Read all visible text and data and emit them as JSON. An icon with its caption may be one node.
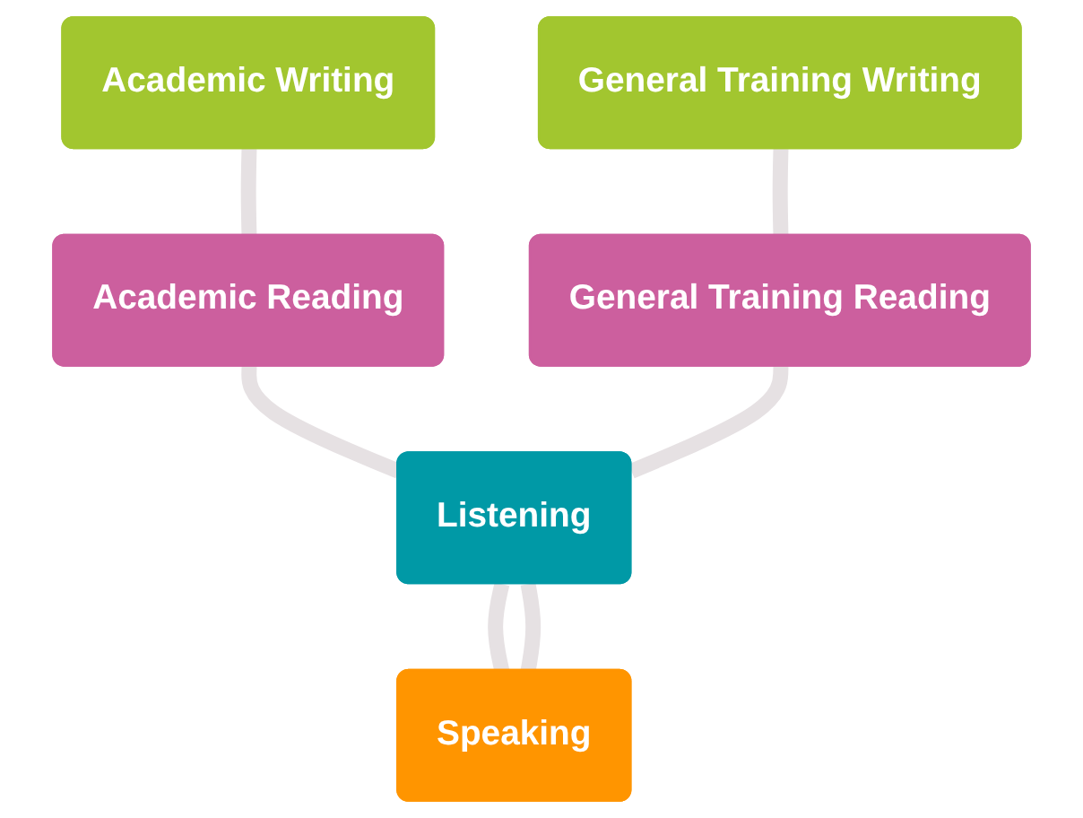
{
  "diagram": {
    "nodes": [
      {
        "text": [
          "Academic Writing"
        ]
      },
      {
        "text": [
          "General Training Writing"
        ]
      },
      {
        "text": [
          "Academic Reading"
        ]
      },
      {
        "text": [
          "General Training Reading"
        ]
      },
      {
        "text": [
          "Listening"
        ]
      },
      {
        "text": [
          "Speaking"
        ]
      }
    ],
    "edges": [
      {
        "from": 0,
        "to": 2,
        "arrow": "none"
      },
      {
        "from": 2,
        "to": 4,
        "arrow": "none"
      },
      {
        "from": 4,
        "to": 5,
        "arrow": "none"
      },
      {
        "from": 1,
        "to": 3,
        "arrow": "none"
      },
      {
        "from": 3,
        "to": 4,
        "arrow": "none"
      },
      {
        "from": 4,
        "to": 5,
        "arrow": "none"
      }
    ]
  }
}
